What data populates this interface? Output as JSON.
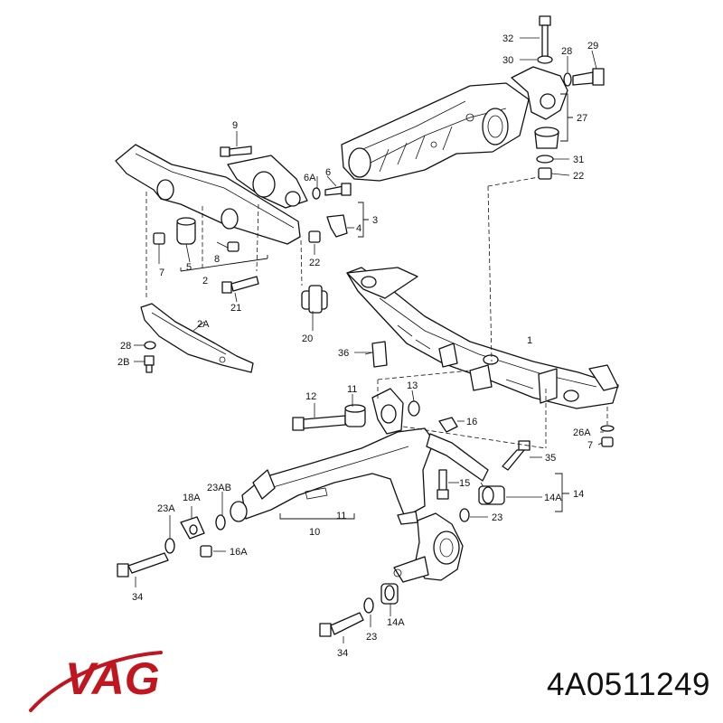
{
  "brand": {
    "name": "VAG",
    "color": "#c0161f"
  },
  "part_number": "4A0511249",
  "callouts": {
    "c1": "1",
    "c2": "2",
    "c2A": "2A",
    "c2B": "2B",
    "c3": "3",
    "c4": "4",
    "c5": "5",
    "c6": "6",
    "c6A": "6A",
    "c7": "7",
    "c7b": "7",
    "c8": "8",
    "c9": "9",
    "c10": "10",
    "c11": "11",
    "c11b": "11",
    "c12": "12",
    "c13": "13",
    "c14": "14",
    "c14A": "14A",
    "c14Ab": "14A",
    "c15": "15",
    "c16": "16",
    "c16A": "16A",
    "c18A": "18A",
    "c20": "20",
    "c21": "21",
    "c22": "22",
    "c22b": "22",
    "c23": "23",
    "c23b": "23",
    "c23A": "23A",
    "c23AB": "23AB",
    "c26A": "26A",
    "c27": "27",
    "c28": "28",
    "c28b": "28",
    "c29": "29",
    "c30": "30",
    "c31": "31",
    "c32": "32",
    "c34": "34",
    "c34b": "34",
    "c35": "35",
    "c36": "36"
  }
}
